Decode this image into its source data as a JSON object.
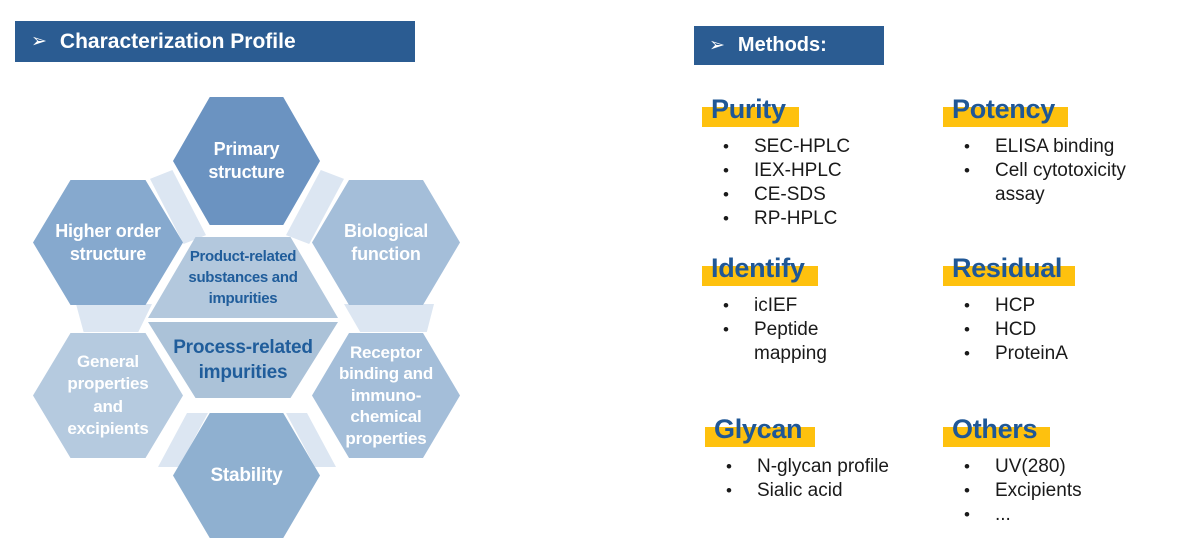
{
  "left_panel": {
    "title_bar": {
      "arrow": "➢",
      "title": "Characterization Profile"
    },
    "hexagons": {
      "primary": {
        "lines": [
          "Primary",
          "structure"
        ]
      },
      "higher_order": {
        "lines": [
          "Higher order",
          "structure"
        ]
      },
      "biological": {
        "lines": [
          "Biological",
          "function"
        ]
      },
      "general": {
        "lines": [
          "General",
          "properties",
          "and",
          "excipients"
        ]
      },
      "receptor": {
        "lines": [
          "Receptor",
          "binding and",
          "immuno-",
          "chemical",
          "properties"
        ]
      },
      "stability": {
        "lines": [
          "Stability"
        ]
      }
    },
    "center": {
      "top": {
        "lines": [
          "Product-related",
          "substances and",
          "impurities"
        ]
      },
      "bottom": {
        "lines": [
          "Process-related",
          "impurities"
        ]
      }
    }
  },
  "right_panel": {
    "title_bar": {
      "arrow": "➢",
      "title": "Methods:"
    },
    "bullet_char": "•",
    "sections": [
      {
        "id": "purity",
        "heading": "Purity",
        "items": [
          "SEC-HPLC",
          "IEX-HPLC",
          "CE-SDS",
          "RP-HPLC"
        ]
      },
      {
        "id": "potency",
        "heading": "Potency",
        "items": [
          "ELISA binding",
          "Cell cytotoxicity assay"
        ]
      },
      {
        "id": "identify",
        "heading": "Identify",
        "items": [
          "icIEF",
          "Peptide mapping"
        ]
      },
      {
        "id": "residual",
        "heading": "Residual",
        "items": [
          "HCP",
          "HCD",
          "ProteinA"
        ]
      },
      {
        "id": "glycan",
        "heading": "Glycan",
        "items": [
          "N-glycan profile",
          "Sialic acid"
        ]
      },
      {
        "id": "others",
        "heading": "Others",
        "items": [
          "UV(280)",
          "Excipients",
          "..."
        ]
      }
    ]
  },
  "palette": {
    "bar": "#2b5c92",
    "heading": "#1f5796",
    "center-text": "#205d9b",
    "hl": "#fec10e",
    "hex-primary": "#6b93c1",
    "hex-higher": "#86a9ce",
    "hex-bio": "#a4bed9",
    "hex-general": "#b5cadf",
    "hex-receptor": "#a4bed9",
    "hex-stability": "#8fb0d0",
    "hex-center-top": "#b3c8dd",
    "hex-center-bottom": "#abc2d8",
    "ghost": "#dce6f2"
  }
}
